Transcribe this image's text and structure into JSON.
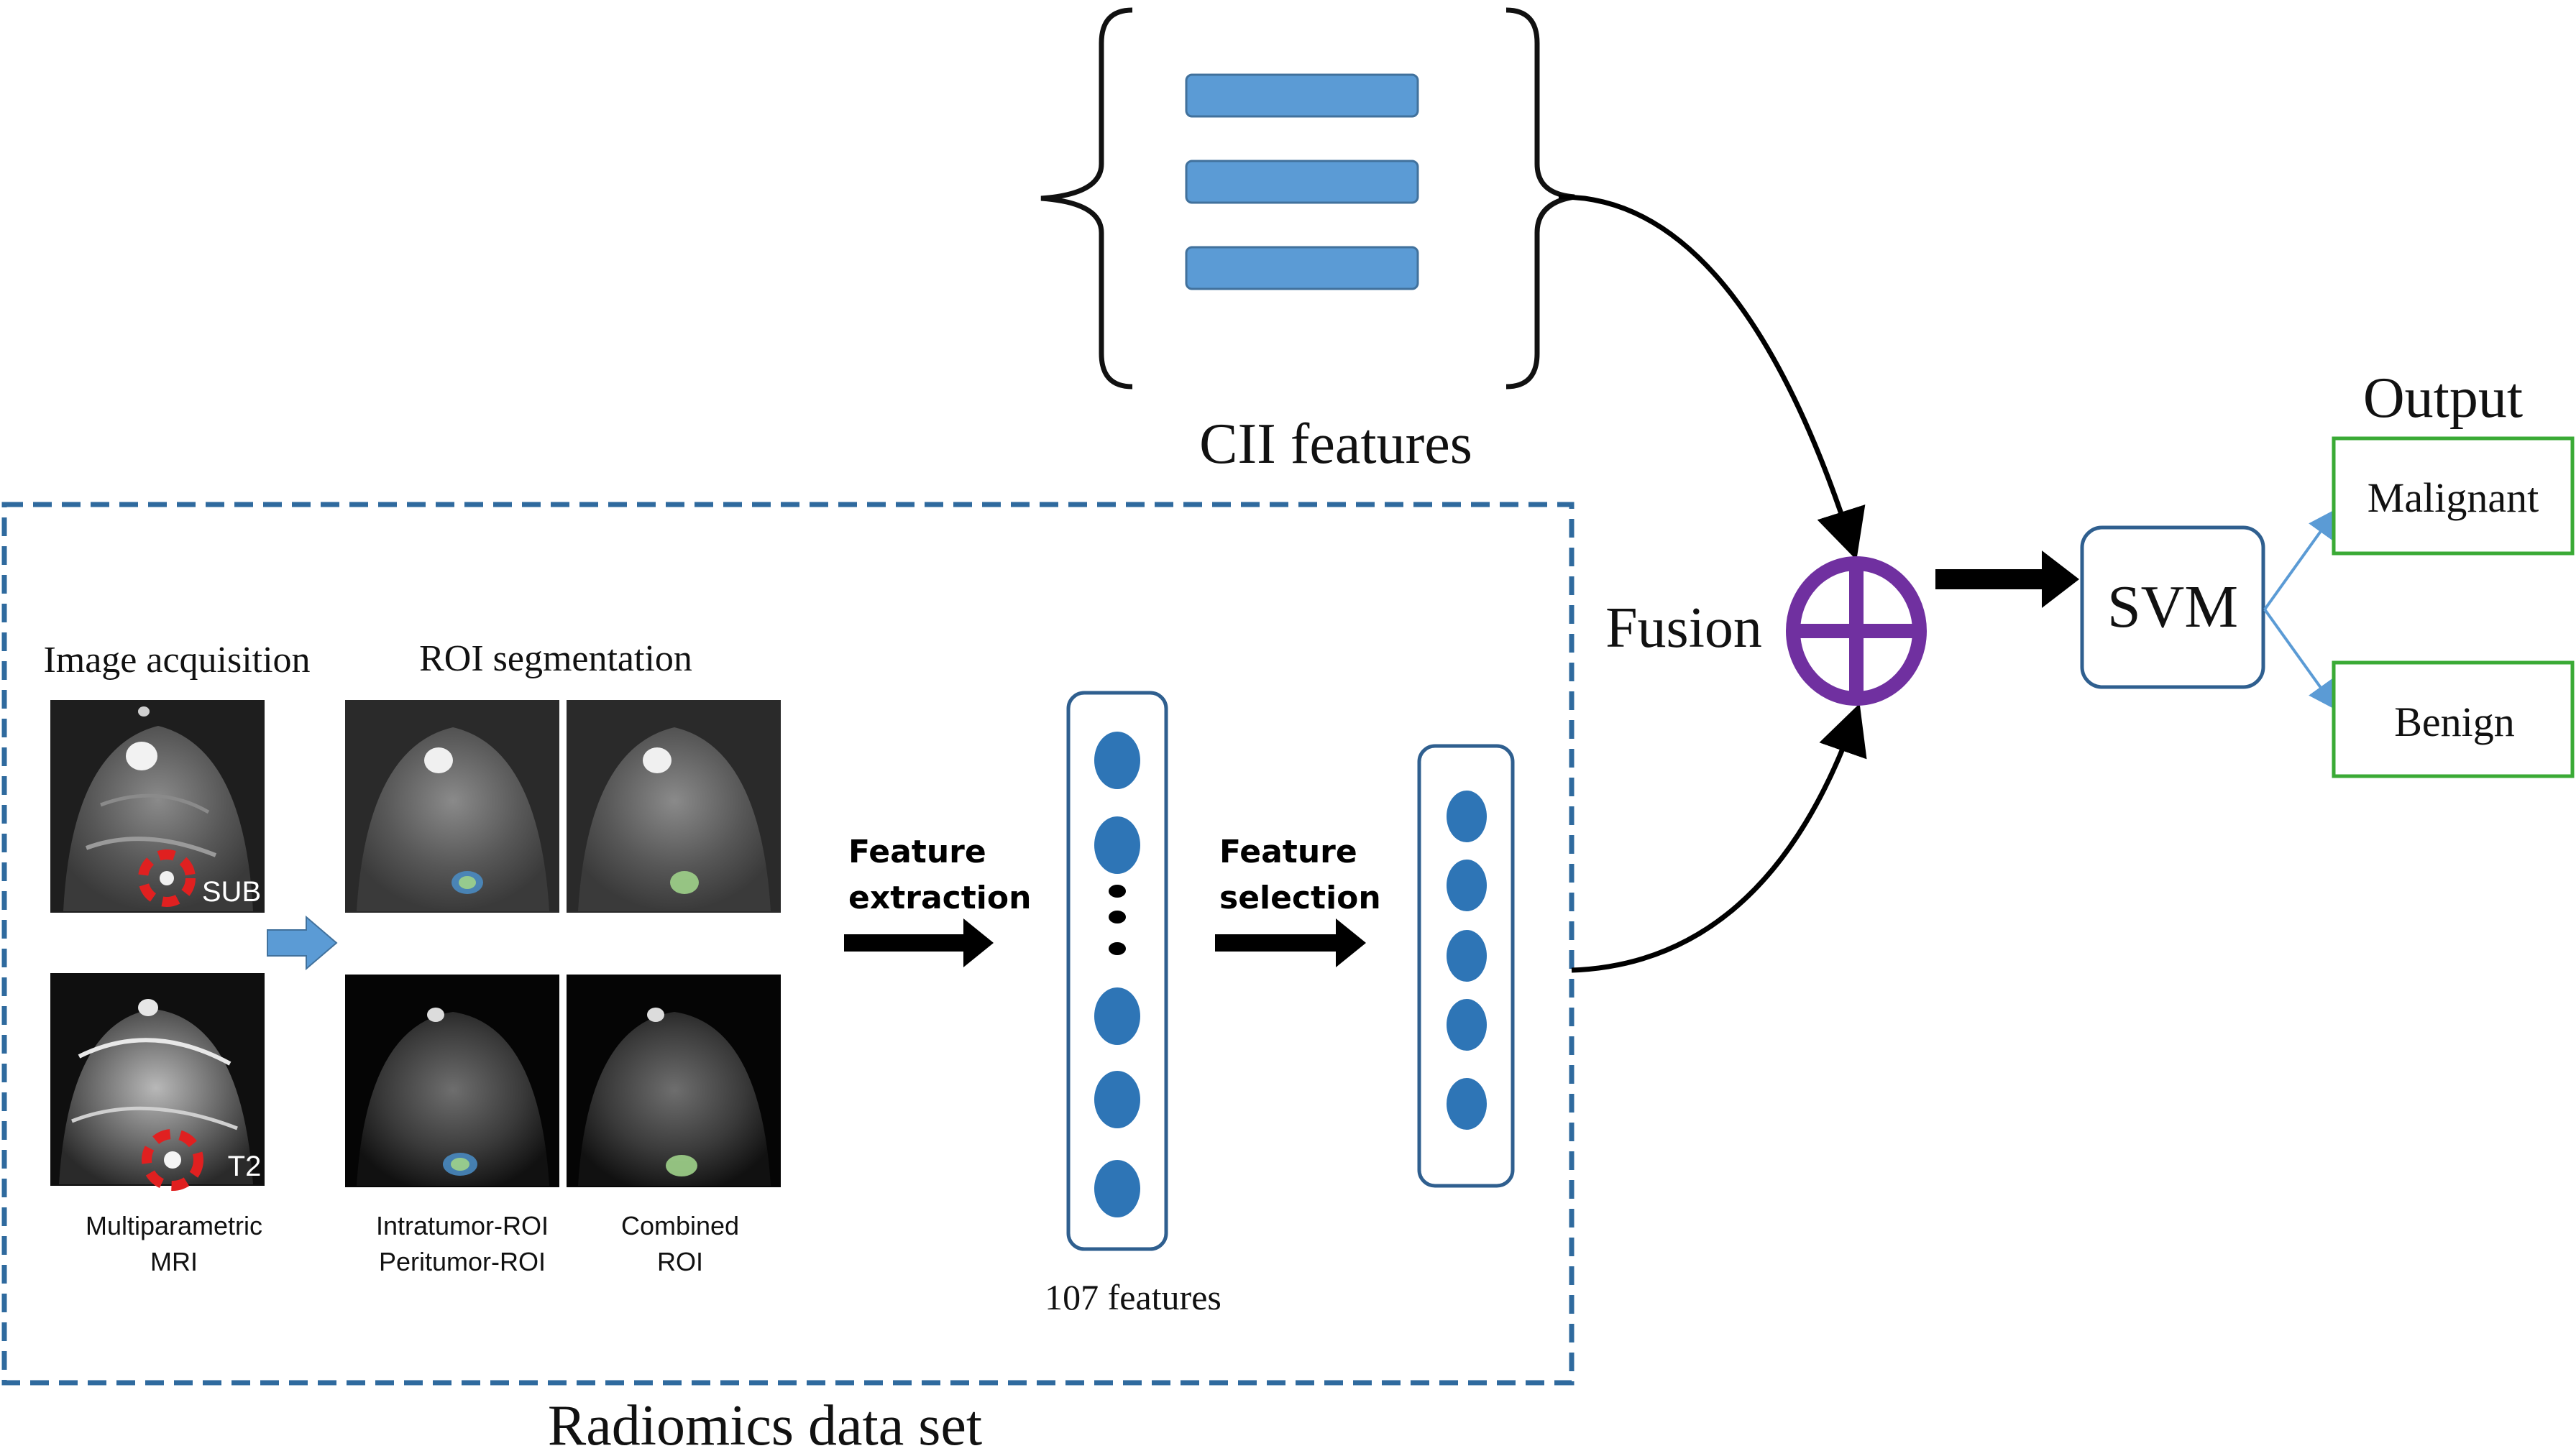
{
  "cii": {
    "label": "CII features",
    "bar_count": 3
  },
  "radiomics": {
    "box_label": "Radiomics data set",
    "image_acquisition_label": "Image acquisition",
    "roi_segmentation_label": "ROI segmentation",
    "sub_tag": "SUB",
    "t2_tag": "T2",
    "caption_mpmri_line1": "Multiparametric",
    "caption_mpmri_line2": "MRI",
    "caption_roi_line1": "Intratumor-ROI",
    "caption_roi_line2": "Peritumor-ROI",
    "caption_combined_line1": "Combined",
    "caption_combined_line2": "ROI",
    "feature_extraction_line1": "Feature",
    "feature_extraction_line2": "extraction",
    "feature_selection_line1": "Feature",
    "feature_selection_line2": "selection",
    "features_count_label": "107 features"
  },
  "fusion": {
    "label": "Fusion"
  },
  "classifier": {
    "label": "SVM"
  },
  "output": {
    "title": "Output",
    "classes": [
      "Malignant",
      "Benign"
    ]
  },
  "colors": {
    "bar_blue": "#5b9bd5",
    "node_blue": "#2e75b6",
    "dashed_border": "#2f6a9e",
    "fusion_purple": "#7030a0",
    "output_green": "#3aaa35",
    "svm_border": "#2f5f8f",
    "arrow_blue": "#5b9bd5",
    "roi_marker_red": "#e02020"
  }
}
